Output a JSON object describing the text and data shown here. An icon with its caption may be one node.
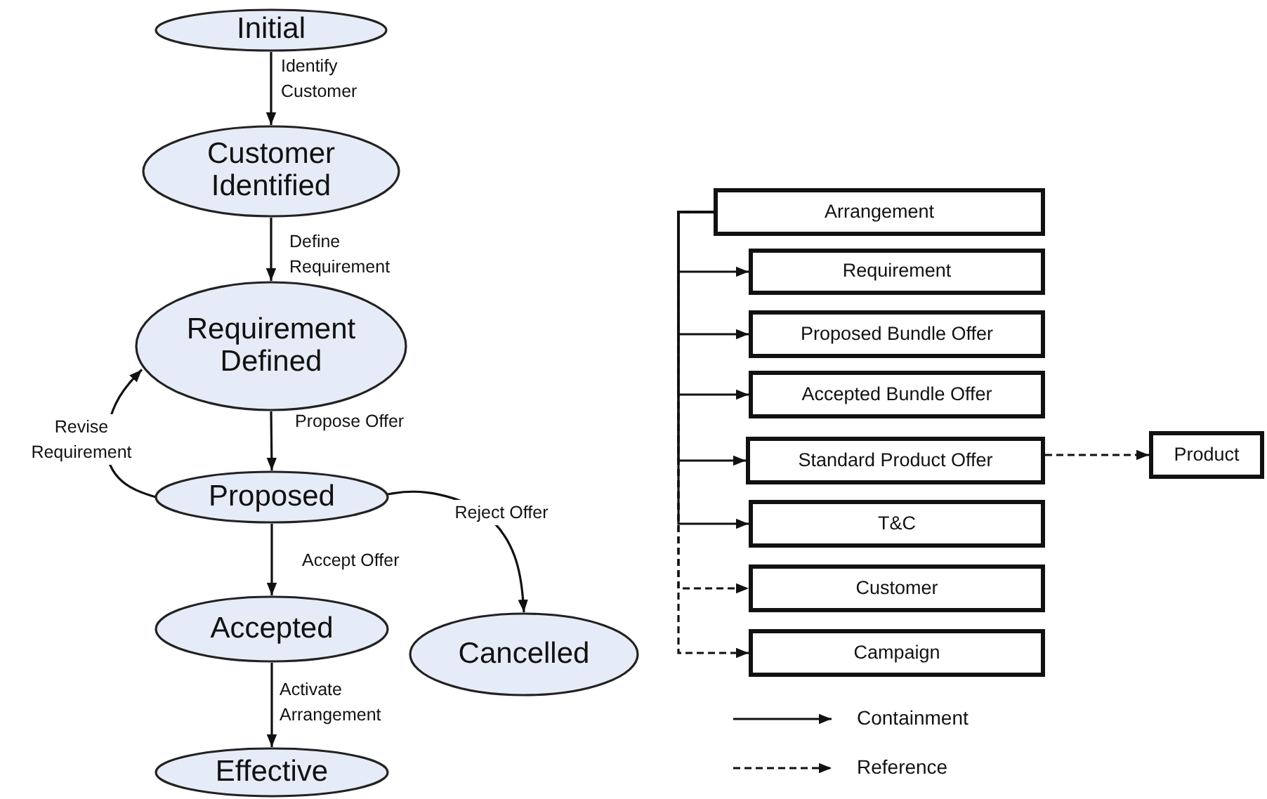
{
  "diagram": {
    "nodes": [
      {
        "text": [
          "Initial"
        ]
      },
      {
        "text": [
          "Customer Identified"
        ]
      },
      {
        "text": [
          "Requirement Defined"
        ]
      },
      {
        "text": [
          "Proposed"
        ]
      },
      {
        "text": [
          "Accepted"
        ]
      },
      {
        "text": [
          "Cancelled"
        ]
      },
      {
        "text": [
          "Effective"
        ]
      },
      {
        "text": [
          "Arrangement"
        ]
      },
      {
        "text": [
          "Requirement"
        ]
      },
      {
        "text": [
          "Proposed Bundle Offer"
        ]
      },
      {
        "text": [
          "Accepted Bundle Offer"
        ]
      },
      {
        "text": [
          "Standard Product Offer"
        ]
      },
      {
        "text": [
          "T&C"
        ]
      },
      {
        "text": [
          "Customer"
        ]
      },
      {
        "text": [
          "Campaign"
        ]
      },
      {
        "text": [
          "Product"
        ]
      }
    ],
    "edges": [
      {
        "from": 0,
        "to": 1,
        "arrow": "to",
        "label": "Identify Customer"
      },
      {
        "from": 1,
        "to": 2,
        "arrow": "to",
        "label": "Define Requirement"
      },
      {
        "from": 2,
        "to": 3,
        "arrow": "to",
        "label": "Propose Offer"
      },
      {
        "from": 3,
        "to": 2,
        "arrow": "to",
        "label": "Revise Requirement"
      },
      {
        "from": 3,
        "to": 5,
        "arrow": "to",
        "label": "Reject Offer"
      },
      {
        "from": 3,
        "to": 4,
        "arrow": "to",
        "label": "Accept Offer"
      },
      {
        "from": 4,
        "to": 6,
        "arrow": "to",
        "label": "Activate Arrangement"
      },
      {
        "from": 7,
        "to": 8,
        "arrow": "to"
      },
      {
        "from": 7,
        "to": 9,
        "arrow": "to"
      },
      {
        "from": 7,
        "to": 10,
        "arrow": "to"
      },
      {
        "from": 7,
        "to": 11,
        "arrow": "to"
      },
      {
        "from": 7,
        "to": 12,
        "arrow": "to"
      },
      {
        "from": 7,
        "to": 13,
        "arrow": "to",
        "style": "dashed"
      },
      {
        "from": 7,
        "to": 14,
        "arrow": "to",
        "style": "dashed"
      },
      {
        "from": 11,
        "to": 15,
        "arrow": "to",
        "style": "dashed"
      }
    ],
    "legend": [
      {
        "text": "Containment"
      },
      {
        "text": "Reference"
      }
    ]
  }
}
